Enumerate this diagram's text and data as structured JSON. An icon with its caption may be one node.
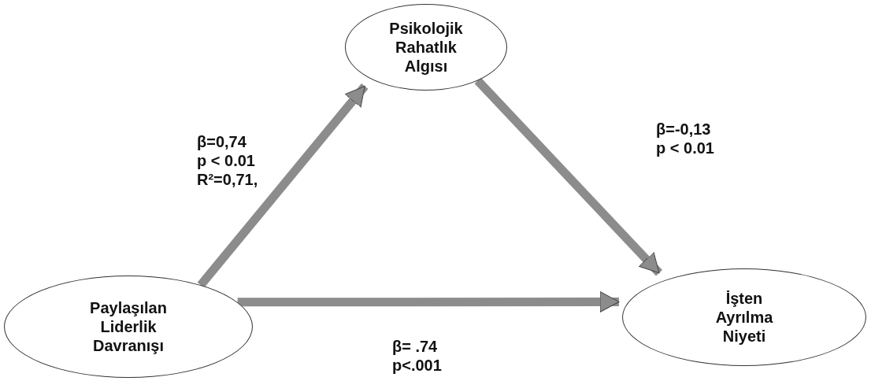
{
  "diagram": {
    "nodes": [
      {
        "text": [
          "Psikolojik Rahatlık Algısı"
        ]
      },
      {
        "text": [
          "Paylaşılan Liderlik Davranışı"
        ]
      },
      {
        "text": [
          "İşten Ayrılma Niyeti"
        ]
      }
    ],
    "edges": [
      {
        "from": 1,
        "to": 0,
        "arrow": "to",
        "label": "β=0,74 p < 0.01 R²=0,71,"
      },
      {
        "from": 0,
        "to": 2,
        "arrow": "to",
        "label": "β=-0,13 p < 0.01"
      },
      {
        "from": 1,
        "to": 2,
        "arrow": "to",
        "label": "β= .74 p<.001"
      }
    ]
  }
}
